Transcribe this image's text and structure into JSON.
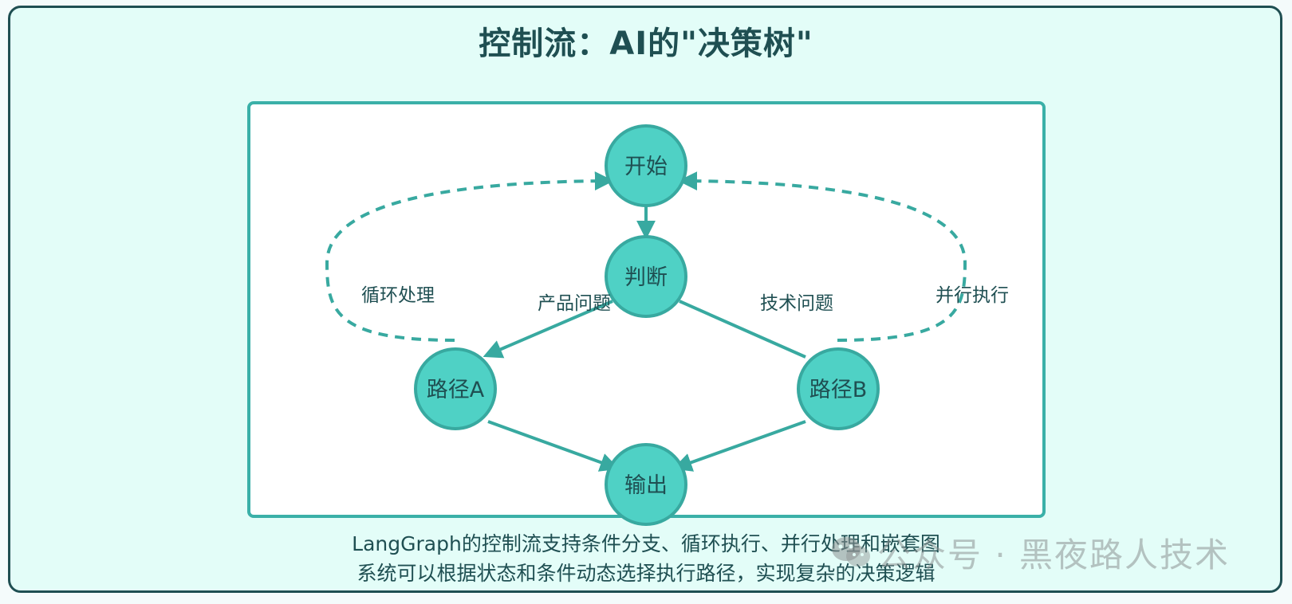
{
  "title": "控制流：AI的\"决策树\"",
  "nodes": {
    "start": "开始",
    "judge": "判断",
    "path_a": "路径A",
    "path_b": "路径B",
    "output": "输出"
  },
  "edge_labels": {
    "product": "产品问题",
    "tech": "技术问题",
    "loop": "循环处理",
    "parallel": "并行执行"
  },
  "caption": {
    "line1": "LangGraph的控制流支持条件分支、循环执行、并行处理和嵌套图",
    "line2": "系统可以根据状态和条件动态选择执行路径，实现复杂的决策逻辑"
  },
  "watermark": "公众号 · 黑夜路人技术",
  "colors": {
    "node_fill": "#4fd1c5",
    "node_stroke": "#38a9a0",
    "edge": "#38a9a0",
    "text": "#1f4f52",
    "background": "#e3fdf8",
    "panel_border": "#3ab0a8"
  }
}
